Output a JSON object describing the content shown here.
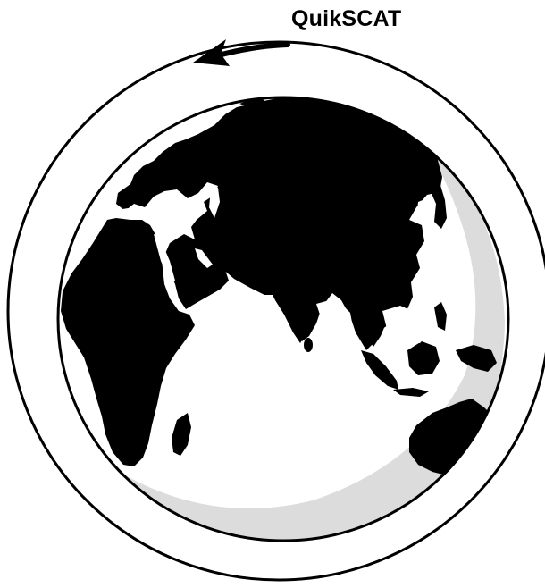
{
  "diagram": {
    "satellite_name": "QuikSCAT",
    "orbit_direction": "counter-clockwise",
    "colors": {
      "ink": "#000000",
      "ocean": "#ffffff",
      "night_shade": "#dcdcdc",
      "land": "#000000"
    },
    "icons": {
      "orbit": "orbit-ring",
      "direction": "arrowhead-icon",
      "planet": "earth-globe-icon"
    }
  }
}
